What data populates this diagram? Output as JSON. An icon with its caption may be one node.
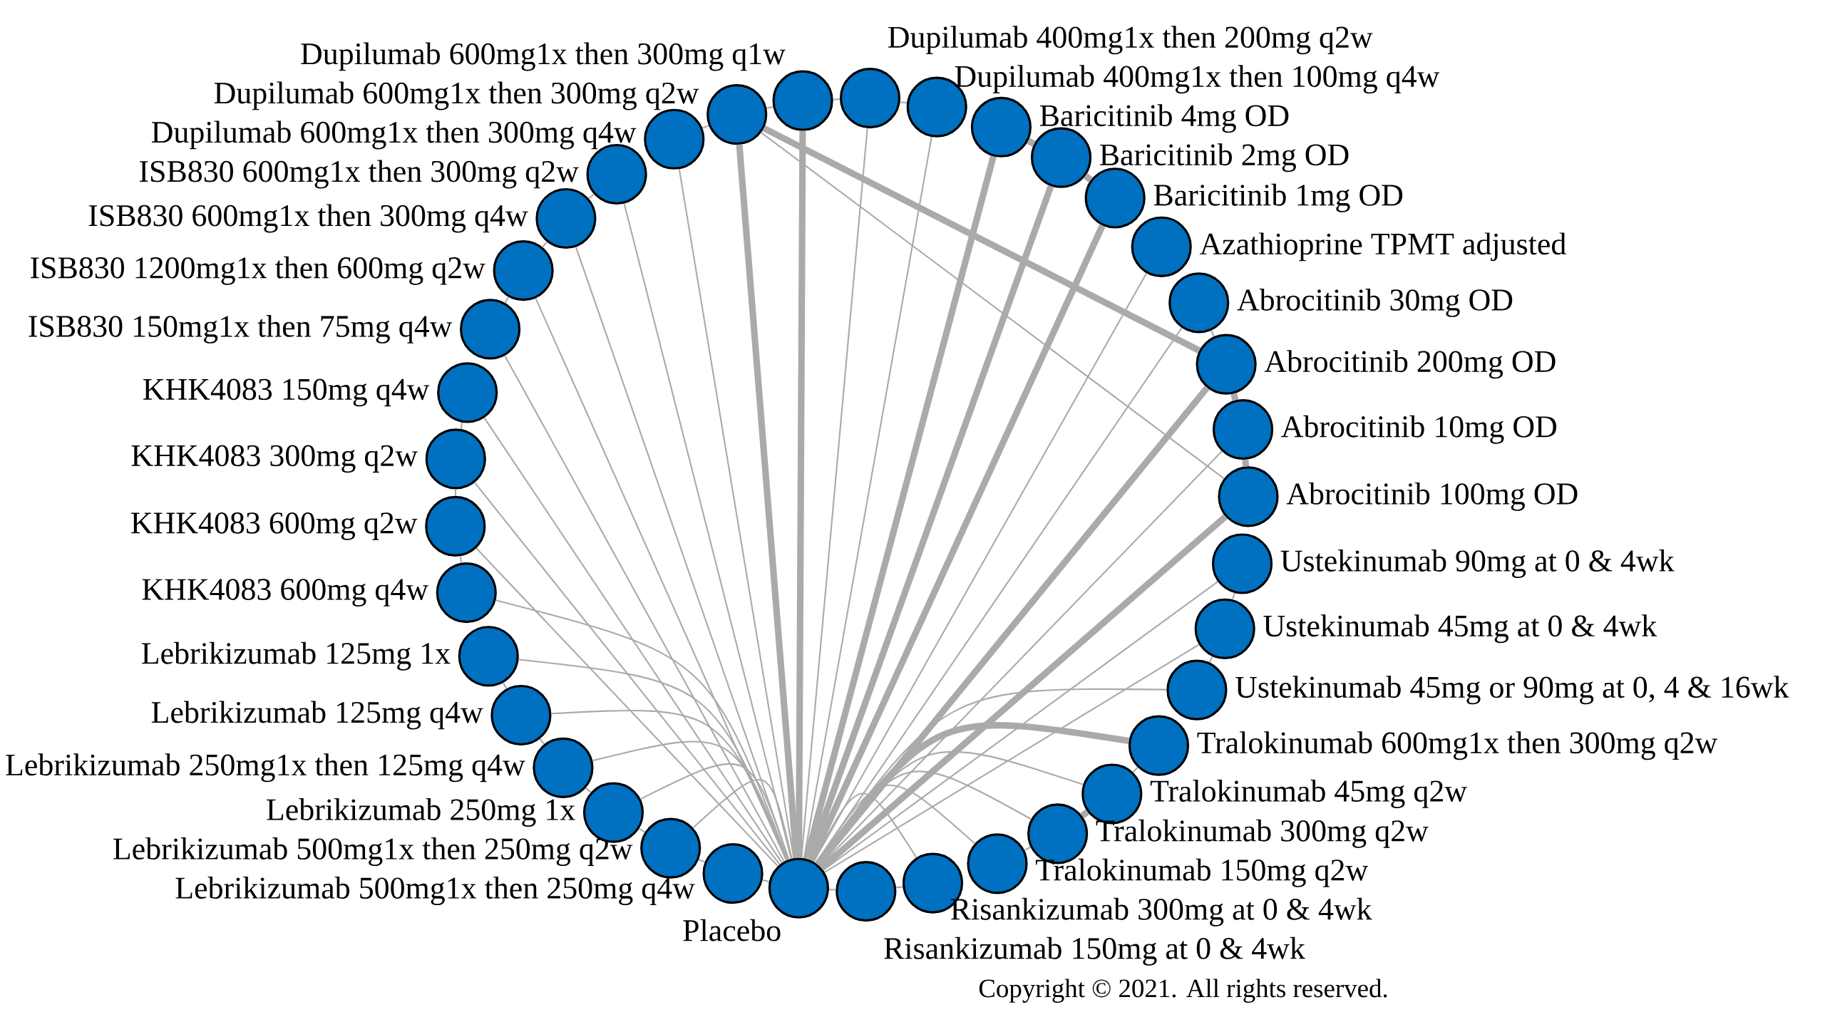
{
  "diagram": {
    "nodes": [
      {
        "text": [
          "Dupilumab 400mg1x then 200mg q2w"
        ]
      },
      {
        "text": [
          "Dupilumab 400mg1x then 100mg q4w"
        ]
      },
      {
        "text": [
          "Baricitinib 4mg OD"
        ]
      },
      {
        "text": [
          "Baricitinib 2mg OD"
        ]
      },
      {
        "text": [
          "Baricitinib 1mg OD"
        ]
      },
      {
        "text": [
          "Azathioprine TPMT adjusted"
        ]
      },
      {
        "text": [
          "Abrocitinib 30mg OD"
        ]
      },
      {
        "text": [
          "Abrocitinib 200mg OD"
        ]
      },
      {
        "text": [
          "Abrocitinib 10mg OD"
        ]
      },
      {
        "text": [
          "Abrocitinib 100mg OD"
        ]
      },
      {
        "text": [
          "Ustekinumab 90mg at 0 & 4wk"
        ]
      },
      {
        "text": [
          "Ustekinumab 45mg at 0 & 4wk"
        ]
      },
      {
        "text": [
          "Ustekinumab 45mg or 90mg at 0, 4 & 16wk"
        ]
      },
      {
        "text": [
          "Tralokinumab 600mg1x then 300mg q2w"
        ]
      },
      {
        "text": [
          "Tralokinumab 45mg q2w"
        ]
      },
      {
        "text": [
          "Tralokinumab 300mg q2w"
        ]
      },
      {
        "text": [
          "Tralokinumab 150mg q2w"
        ]
      },
      {
        "text": [
          "Risankizumab 300mg at 0 & 4wk"
        ]
      },
      {
        "text": [
          "Risankizumab 150mg at 0 & 4wk"
        ]
      },
      {
        "text": [
          "Placebo"
        ]
      },
      {
        "text": [
          "Lebrikizumab 500mg1x then 250mg q4w"
        ]
      },
      {
        "text": [
          "Lebrikizumab 500mg1x then 250mg q2w"
        ]
      },
      {
        "text": [
          "Lebrikizumab 250mg 1x"
        ]
      },
      {
        "text": [
          "Lebrikizumab 250mg1x then 125mg q4w"
        ]
      },
      {
        "text": [
          "Lebrikizumab 125mg q4w"
        ]
      },
      {
        "text": [
          "Lebrikizumab 125mg 1x"
        ]
      },
      {
        "text": [
          "KHK4083 600mg q4w"
        ]
      },
      {
        "text": [
          "KHK4083 600mg q2w"
        ]
      },
      {
        "text": [
          "KHK4083 300mg q2w"
        ]
      },
      {
        "text": [
          "KHK4083 150mg q4w"
        ]
      },
      {
        "text": [
          "ISB830 150mg1x then 75mg q4w"
        ]
      },
      {
        "text": [
          "ISB830 1200mg1x then 600mg q2w"
        ]
      },
      {
        "text": [
          "ISB830 600mg1x then 300mg q4w"
        ]
      },
      {
        "text": [
          "ISB830 600mg1x then 300mg q2w"
        ]
      },
      {
        "text": [
          "Dupilumab 600mg1x then 300mg q4w"
        ]
      },
      {
        "text": [
          "Dupilumab 600mg1x then 300mg q2w"
        ]
      },
      {
        "text": [
          "Dupilumab 600mg1x then 300mg q1w"
        ]
      }
    ],
    "edges": [
      {
        "from": 19,
        "to": 0,
        "arrow": "none"
      },
      {
        "from": 19,
        "to": 1,
        "arrow": "none"
      },
      {
        "from": 19,
        "to": 2,
        "arrow": "none",
        "style": "thick"
      },
      {
        "from": 19,
        "to": 3,
        "arrow": "none",
        "style": "thick"
      },
      {
        "from": 19,
        "to": 4,
        "arrow": "none",
        "style": "thick"
      },
      {
        "from": 19,
        "to": 5,
        "arrow": "none"
      },
      {
        "from": 19,
        "to": 6,
        "arrow": "none"
      },
      {
        "from": 19,
        "to": 7,
        "arrow": "none",
        "style": "thick"
      },
      {
        "from": 19,
        "to": 8,
        "arrow": "none"
      },
      {
        "from": 19,
        "to": 9,
        "arrow": "none",
        "style": "thick"
      },
      {
        "from": 19,
        "to": 10,
        "arrow": "none"
      },
      {
        "from": 19,
        "to": 11,
        "arrow": "none"
      },
      {
        "from": 19,
        "to": 12,
        "arrow": "none"
      },
      {
        "from": 19,
        "to": 13,
        "arrow": "none",
        "style": "thick"
      },
      {
        "from": 19,
        "to": 14,
        "arrow": "none"
      },
      {
        "from": 19,
        "to": 15,
        "arrow": "none"
      },
      {
        "from": 19,
        "to": 16,
        "arrow": "none"
      },
      {
        "from": 19,
        "to": 17,
        "arrow": "none"
      },
      {
        "from": 19,
        "to": 18,
        "arrow": "none"
      },
      {
        "from": 19,
        "to": 20,
        "arrow": "none"
      },
      {
        "from": 19,
        "to": 21,
        "arrow": "none"
      },
      {
        "from": 19,
        "to": 22,
        "arrow": "none"
      },
      {
        "from": 19,
        "to": 23,
        "arrow": "none"
      },
      {
        "from": 19,
        "to": 24,
        "arrow": "none"
      },
      {
        "from": 19,
        "to": 25,
        "arrow": "none"
      },
      {
        "from": 19,
        "to": 26,
        "arrow": "none"
      },
      {
        "from": 19,
        "to": 27,
        "arrow": "none"
      },
      {
        "from": 19,
        "to": 28,
        "arrow": "none"
      },
      {
        "from": 19,
        "to": 29,
        "arrow": "none"
      },
      {
        "from": 19,
        "to": 30,
        "arrow": "none"
      },
      {
        "from": 19,
        "to": 31,
        "arrow": "none"
      },
      {
        "from": 19,
        "to": 32,
        "arrow": "none"
      },
      {
        "from": 19,
        "to": 33,
        "arrow": "none"
      },
      {
        "from": 19,
        "to": 34,
        "arrow": "none"
      },
      {
        "from": 19,
        "to": 35,
        "arrow": "none",
        "style": "thick"
      },
      {
        "from": 19,
        "to": 36,
        "arrow": "none",
        "style": "thick"
      },
      {
        "from": 35,
        "to": 7,
        "arrow": "none",
        "style": "thick"
      },
      {
        "from": 35,
        "to": 9,
        "arrow": "none"
      },
      {
        "from": 20,
        "to": 21,
        "arrow": "none"
      },
      {
        "from": 21,
        "to": 22,
        "arrow": "none"
      },
      {
        "from": 22,
        "to": 23,
        "arrow": "none"
      },
      {
        "from": 23,
        "to": 24,
        "arrow": "none"
      },
      {
        "from": 24,
        "to": 25,
        "arrow": "none"
      },
      {
        "from": 26,
        "to": 27,
        "arrow": "none"
      },
      {
        "from": 27,
        "to": 28,
        "arrow": "none"
      },
      {
        "from": 28,
        "to": 29,
        "arrow": "none"
      },
      {
        "from": 30,
        "to": 31,
        "arrow": "none"
      },
      {
        "from": 31,
        "to": 32,
        "arrow": "none"
      },
      {
        "from": 32,
        "to": 33,
        "arrow": "none"
      },
      {
        "from": 34,
        "to": 35,
        "arrow": "none"
      },
      {
        "from": 35,
        "to": 36,
        "arrow": "none"
      },
      {
        "from": 36,
        "to": 0,
        "arrow": "none"
      },
      {
        "from": 0,
        "to": 1,
        "arrow": "none"
      },
      {
        "from": 2,
        "to": 3,
        "arrow": "none",
        "style": "thick"
      },
      {
        "from": 3,
        "to": 4,
        "arrow": "none",
        "style": "thick"
      },
      {
        "from": 6,
        "to": 7,
        "arrow": "none"
      },
      {
        "from": 7,
        "to": 8,
        "arrow": "none",
        "style": "thick"
      },
      {
        "from": 8,
        "to": 9,
        "arrow": "none",
        "style": "thick"
      },
      {
        "from": 10,
        "to": 11,
        "arrow": "none"
      },
      {
        "from": 11,
        "to": 12,
        "arrow": "none"
      },
      {
        "from": 13,
        "to": 14,
        "arrow": "none"
      },
      {
        "from": 14,
        "to": 15,
        "arrow": "none",
        "style": "thick"
      },
      {
        "from": 15,
        "to": 16,
        "arrow": "none"
      },
      {
        "from": 17,
        "to": 18,
        "arrow": "none"
      }
    ],
    "labels": [
      "Copyright © 2021. All rights reserved."
    ]
  }
}
